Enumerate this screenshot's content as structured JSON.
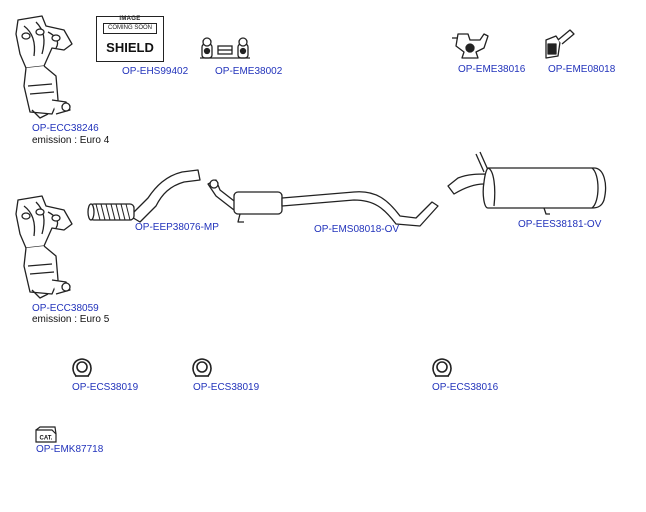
{
  "parts": {
    "ecc38246": {
      "code": "OP-ECC38246",
      "note": "emission : Euro 4"
    },
    "ehs99402": {
      "code": "OP-EHS99402",
      "image_text": "IMAGE",
      "coming_soon": "COMING SOON",
      "placeholder": "SHIELD"
    },
    "eme38002": {
      "code": "OP-EME38002"
    },
    "eme38016": {
      "code": "OP-EME38016"
    },
    "eme08018": {
      "code": "OP-EME08018"
    },
    "eep38076": {
      "code": "OP-EEP38076-MP"
    },
    "ems08018": {
      "code": "OP-EMS08018-OV"
    },
    "ees38181": {
      "code": "OP-EES38181-OV"
    },
    "ecc38059": {
      "code": "OP-ECC38059",
      "note": "emission : Euro 5"
    },
    "ecs38019a": {
      "code": "OP-ECS38019"
    },
    "ecs38019b": {
      "code": "OP-ECS38019"
    },
    "ecs38016": {
      "code": "OP-ECS38016"
    },
    "emk87718": {
      "code": "OP-EMK87718",
      "kit_text": "CAT."
    }
  },
  "colors": {
    "link": "#2233bb",
    "line": "#222222",
    "background": "#ffffff"
  }
}
